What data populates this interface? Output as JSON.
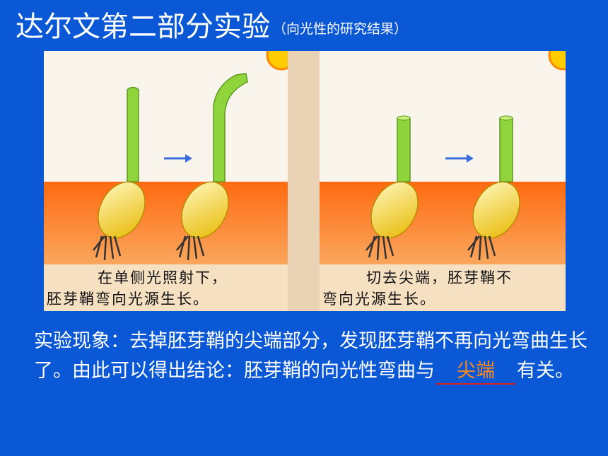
{
  "title": "达尔文第二部分实验",
  "subtitle": "（向光性的研究结果）",
  "figure": {
    "left_caption": [
      "在单侧光照射下，",
      "胚芽鞘弯向光源生长。"
    ],
    "right_caption": [
      "切去尖端，胚芽鞘不",
      "弯向光源生长。"
    ]
  },
  "body": {
    "text_before": "实验现象：去掉胚芽鞘的尖端部分，发现胚芽鞘不再向光弯曲生长了。由此可以得出结论：胚芽鞘的向光性弯曲与",
    "answer": "尖端",
    "text_after": "有关。"
  },
  "colors": {
    "background": "#0a58d6",
    "answer": "#ff8a1c",
    "underline": "#e02020"
  }
}
